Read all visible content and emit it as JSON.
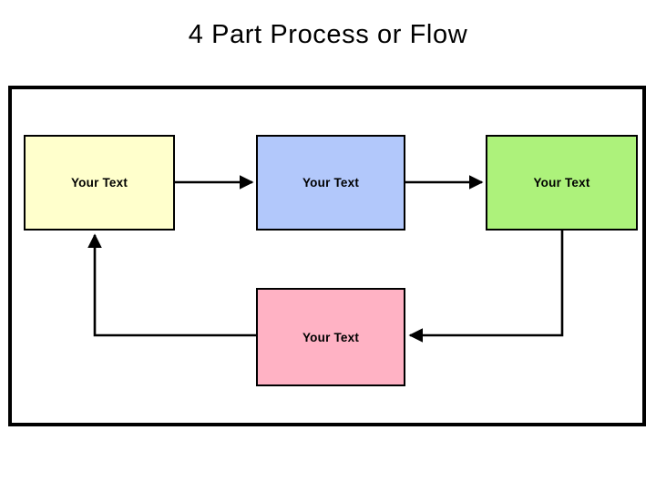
{
  "slide": {
    "title": "4 Part Process or Flow",
    "background_color": "#FFFFFF",
    "frame_border_color": "#000000"
  },
  "diagram": {
    "type": "process-flow",
    "shape_count": 4,
    "nodes": [
      {
        "id": "node-1",
        "label": "Your Text",
        "fill_color": "#FFFFCC",
        "border_color": "#000000",
        "position": "top-left"
      },
      {
        "id": "node-2",
        "label": "Your Text",
        "fill_color": "#B2C8FB",
        "border_color": "#000000",
        "position": "top-center"
      },
      {
        "id": "node-3",
        "label": "Your Text",
        "fill_color": "#ADF27B",
        "border_color": "#000000",
        "position": "top-right"
      },
      {
        "id": "node-4",
        "label": "Your Text",
        "fill_color": "#FFB2C4",
        "border_color": "#000000",
        "position": "bottom-center"
      }
    ],
    "connectors": [
      {
        "id": "conn-1-2",
        "from": "node-1",
        "to": "node-2",
        "style": "straight-arrow",
        "direction": "right"
      },
      {
        "id": "conn-2-3",
        "from": "node-2",
        "to": "node-3",
        "style": "straight-arrow",
        "direction": "right"
      },
      {
        "id": "conn-3-4",
        "from": "node-3",
        "to": "node-4",
        "style": "elbow-arrow",
        "direction": "down-left"
      },
      {
        "id": "conn-4-1",
        "from": "node-4",
        "to": "node-1",
        "style": "elbow-arrow",
        "direction": "left-up"
      }
    ]
  }
}
